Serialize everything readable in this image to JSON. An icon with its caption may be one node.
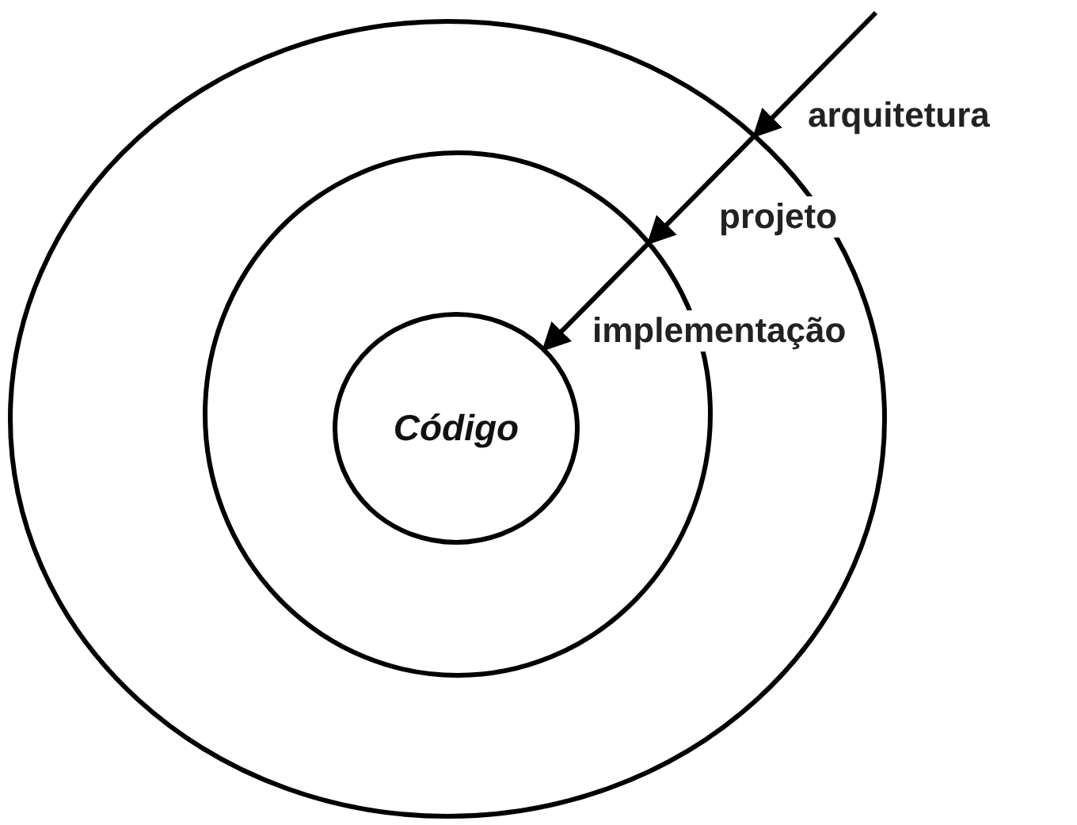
{
  "diagram": {
    "nodes": [
      {
        "text": [],
        "shape": "circle"
      },
      {
        "text": [],
        "shape": "circle",
        "in": 0
      },
      {
        "text": [
          "Código"
        ],
        "in": 1
      }
    ],
    "edges": [
      {
        "from": null,
        "to": 0,
        "arrow": "to",
        "label": "arquitetura"
      },
      {
        "from": 0,
        "to": 1,
        "arrow": "to",
        "label": "projeto"
      },
      {
        "from": 1,
        "to": 2,
        "arrow": "to",
        "label": "implementação"
      }
    ]
  }
}
